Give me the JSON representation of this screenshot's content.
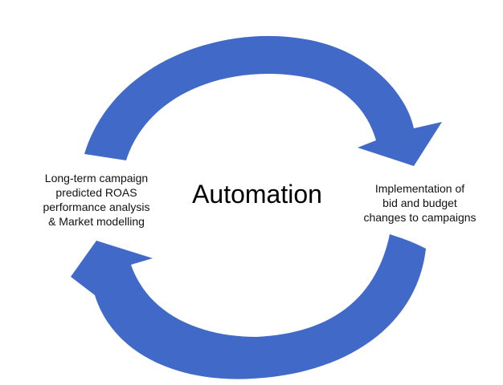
{
  "diagram": {
    "center_title": "Automation",
    "left_label": {
      "lines": [
        "Long-term campaign",
        "predicted ROAS",
        "performance analysis",
        "& Market modelling"
      ]
    },
    "right_label": {
      "lines": [
        "Implementation of",
        "bid and budget",
        "changes to campaigns"
      ]
    },
    "arrow_color": "#4169C8"
  }
}
